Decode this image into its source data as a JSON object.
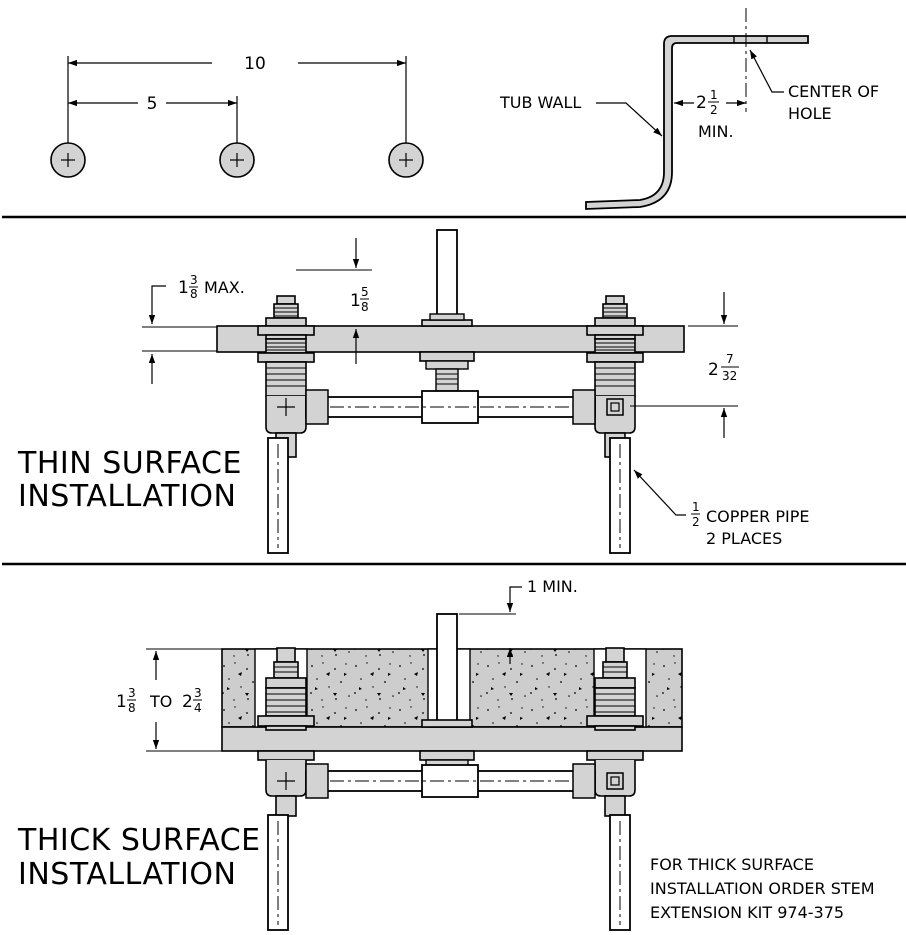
{
  "top": {
    "dim_total": "10",
    "dim_half": "5",
    "tub_wall_label": "TUB WALL",
    "setback_whole": "2",
    "setback_num": "1",
    "setback_den": "2",
    "setback_min": "MIN.",
    "center_line1": "CENTER OF",
    "center_line2": "HOLE"
  },
  "thin": {
    "max_whole": "1",
    "max_num": "3",
    "max_den": "8",
    "max_suffix": "MAX.",
    "stem_whole": "1",
    "stem_num": "5",
    "stem_den": "8",
    "depth_whole": "2",
    "depth_num": "7",
    "depth_den": "32",
    "title_line1": "THIN SURFACE",
    "title_line2": "INSTALLATION",
    "pipe_num": "1",
    "pipe_den": "2",
    "pipe_label": "COPPER PIPE",
    "pipe_places": "2 PLACES"
  },
  "thick": {
    "min_label": "1 MIN.",
    "range_whole1": "1",
    "range_num1": "3",
    "range_den1": "8",
    "range_to": "TO",
    "range_whole2": "2",
    "range_num2": "3",
    "range_den2": "4",
    "title_line1": "THICK SURFACE",
    "title_line2": "INSTALLATION",
    "note_line1": "FOR THICK SURFACE",
    "note_line2": "INSTALLATION ORDER STEM",
    "note_line3": "EXTENSION KIT 974-375"
  },
  "colors": {
    "line": "#000000",
    "part_fill": "#d3d3d3",
    "concrete_fill": "#cdcdcd",
    "background": "#ffffff"
  }
}
